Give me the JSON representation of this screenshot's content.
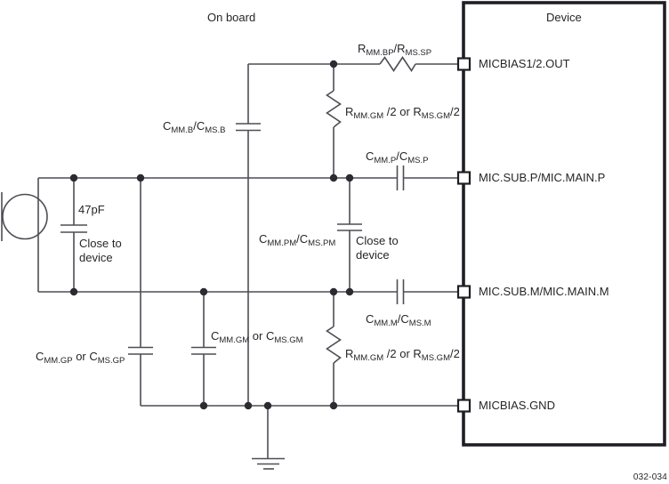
{
  "meta": {
    "on_board_label": "On board",
    "device_label": "Device",
    "figure_id": "032-034"
  },
  "device_pins": [
    {
      "name": "MICBIAS1/2.OUT"
    },
    {
      "name": "MIC.SUB.P/MIC.MAIN.P"
    },
    {
      "name": "MIC.SUB.M/MIC.MAIN.M"
    },
    {
      "name": "MICBIAS.GND"
    }
  ],
  "labels": {
    "r_bias": {
      "p0": "R",
      "s0": "MM.BP",
      "p1": "/R",
      "s1": "MS.SP"
    },
    "r_gm_top": {
      "p0": "R",
      "s0": "MM.GM",
      "p1": " /2 or R",
      "s1": "MS.GM",
      "p2": "/2"
    },
    "r_gm_bot": {
      "p0": "R",
      "s0": "MM.GM",
      "p1": " /2 or R",
      "s1": "MS.GM",
      "p2": "/2"
    },
    "c_b": {
      "p0": "C",
      "s0": "MM.B",
      "p1": "/C",
      "s1": "MS.B"
    },
    "c_p": {
      "p0": "C",
      "s0": "MM.P",
      "p1": "/C",
      "s1": "MS.P"
    },
    "c_pm": {
      "p0": "C",
      "s0": "MM.PM",
      "p1": "/C",
      "s1": "MS.PM"
    },
    "c_m": {
      "p0": "C",
      "s0": "MM.M",
      "p1": "/C",
      "s1": "MS.M"
    },
    "c_gp": {
      "p0": "C",
      "s0": "MM.GP",
      "p1": " or C",
      "s1": "MS.GP"
    },
    "c_gm": {
      "p0": "C",
      "s0": "MM.GM",
      "p1": " or C",
      "s1": "MS.GM"
    },
    "cap_value": "47pF",
    "close_note": "Close to device"
  },
  "colors": {
    "wire": "#4d4d55",
    "outline": "#1e1e24",
    "dot": "#2b2b31",
    "text": "#26262a"
  }
}
